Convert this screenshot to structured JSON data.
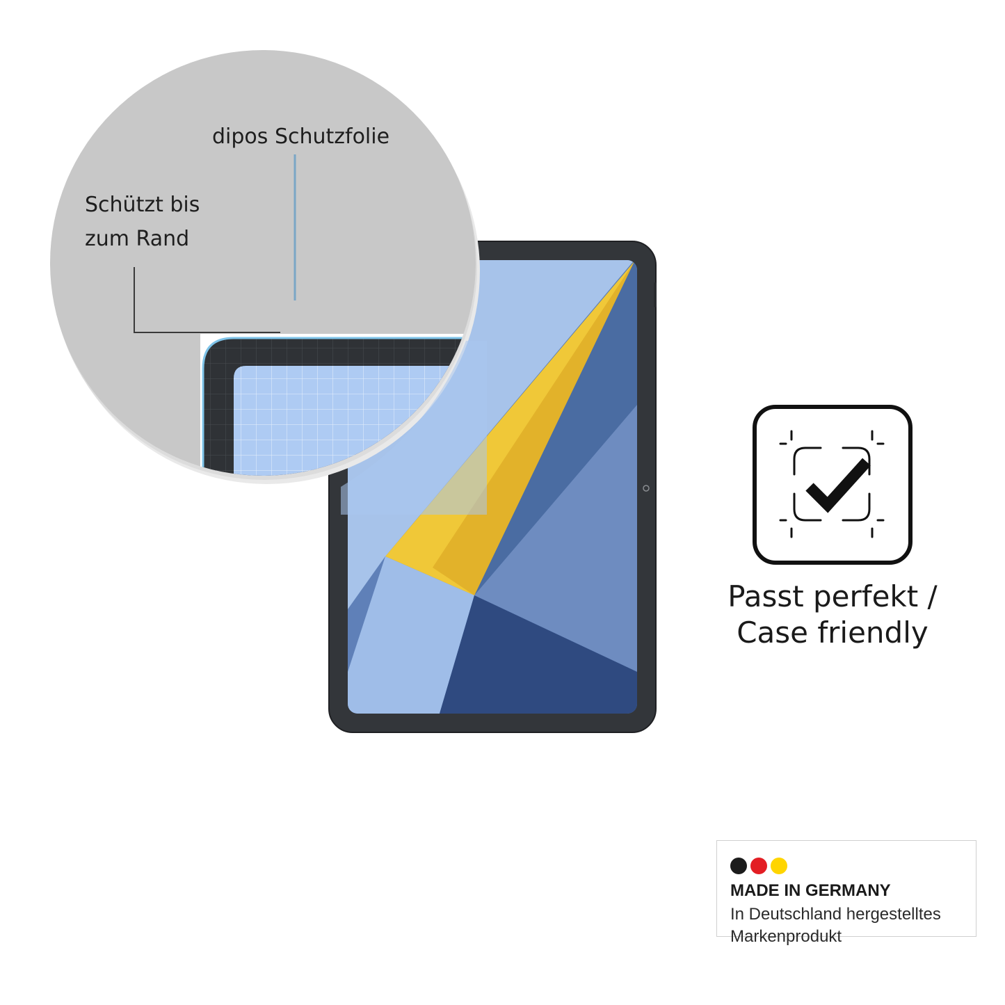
{
  "zoom": {
    "film_label": "dipos Schutzfolie",
    "edge_label_lines": [
      "Schützt bis",
      "zum Rand"
    ]
  },
  "case_friendly": {
    "icon": "frame-check-icon",
    "text_lines": [
      "Passt perfekt /",
      "Case friendly"
    ]
  },
  "made_in_germany": {
    "title": "MADE IN GERMANY",
    "subtitle_lines": [
      "In Deutschland hergestelltes",
      "Markenprodukt"
    ],
    "dot_colors": [
      "#1c1c1c",
      "#e31e24",
      "#ffd500"
    ]
  },
  "colors": {
    "tablet_frame": "#33363a",
    "wallpaper_blue": "#5577aa",
    "wallpaper_yellow": "#f0c838",
    "bubble_gray": "#c8c8c8",
    "callout_line_blue": "#7aa6c6"
  }
}
